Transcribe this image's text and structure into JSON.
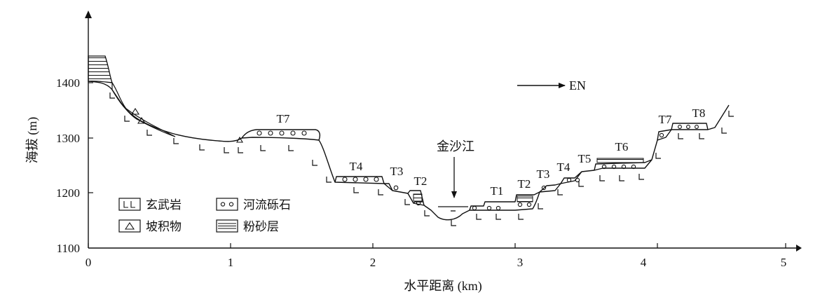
{
  "diagram": {
    "direction_label": "EN",
    "river_label": "金沙江",
    "x_axis": {
      "label": "水平距离 (km)",
      "ticks": [
        "0",
        "1",
        "2",
        "3",
        "4",
        "5"
      ]
    },
    "y_axis": {
      "label": "海拔 (m)",
      "ticks": [
        "1100",
        "1200",
        "1300",
        "1400"
      ]
    },
    "terraces": [
      {
        "id": "T7-left",
        "label": "T7"
      },
      {
        "id": "T4-left",
        "label": "T4"
      },
      {
        "id": "T3-left",
        "label": "T3"
      },
      {
        "id": "T2-left",
        "label": "T2"
      },
      {
        "id": "T1-right",
        "label": "T1"
      },
      {
        "id": "T2-right",
        "label": "T2"
      },
      {
        "id": "T3-right",
        "label": "T3"
      },
      {
        "id": "T4-right",
        "label": "T4"
      },
      {
        "id": "T5-right",
        "label": "T5"
      },
      {
        "id": "T6-right",
        "label": "T6"
      },
      {
        "id": "T7-right",
        "label": "T7"
      },
      {
        "id": "T8-right",
        "label": "T8"
      }
    ],
    "legend": [
      {
        "symbol": "basalt",
        "label": "玄武岩"
      },
      {
        "symbol": "gravel",
        "label": "河流砾石"
      },
      {
        "symbol": "colluvium",
        "label": "坡积物"
      },
      {
        "symbol": "silt",
        "label": "粉砂层"
      }
    ]
  }
}
